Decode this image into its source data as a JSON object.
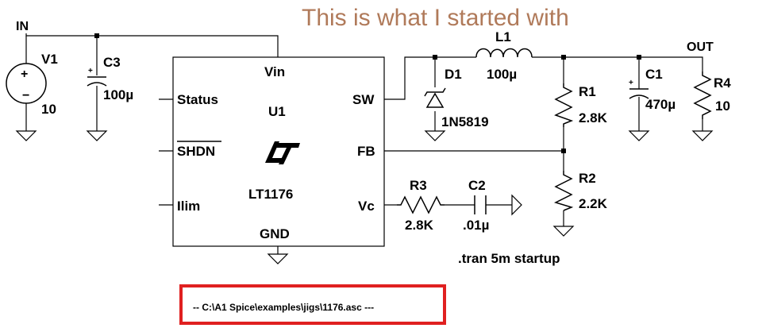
{
  "title": "This is what I started with",
  "nets": {
    "in": "IN",
    "out": "OUT"
  },
  "v1": {
    "name": "V1",
    "value": "10"
  },
  "c3": {
    "name": "C3",
    "value": "100µ"
  },
  "u1": {
    "name": "U1",
    "part": "LT1176",
    "pins": {
      "vin": "Vin",
      "status": "Status",
      "shdn": "SHDN",
      "ilim": "Ilim",
      "sw": "SW",
      "fb": "FB",
      "vc": "Vc",
      "gnd": "GND"
    }
  },
  "d1": {
    "name": "D1",
    "value": "1N5819"
  },
  "l1": {
    "name": "L1",
    "value": "100µ"
  },
  "r1": {
    "name": "R1",
    "value": "2.8K"
  },
  "r2": {
    "name": "R2",
    "value": "2.2K"
  },
  "r3": {
    "name": "R3",
    "value": "2.8K"
  },
  "r4": {
    "name": "R4",
    "value": "10"
  },
  "c1": {
    "name": "C1",
    "value": "470µ"
  },
  "c2": {
    "name": "C2",
    "value": ".01µ"
  },
  "directive": ".tran 5m startup",
  "file_path": "--  C:\\A1 Spice\\examples\\jigs\\1176.asc  ---",
  "colors": {
    "title": "#b07a5a",
    "highlight_box": "#e02020",
    "wire": "#000000"
  }
}
